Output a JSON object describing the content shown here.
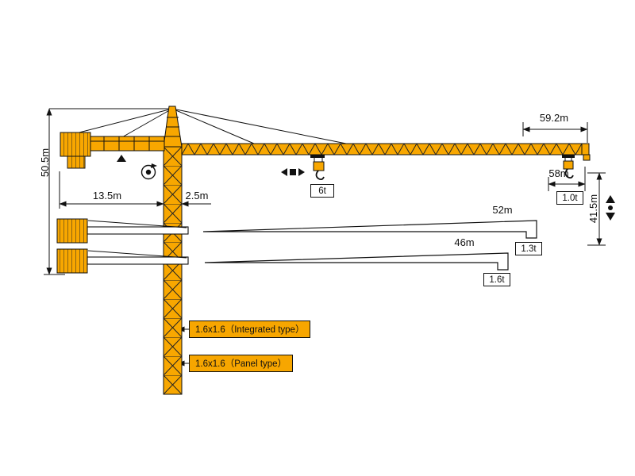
{
  "colors": {
    "crane_yellow": "#F8A700",
    "label_orange": "#F7A600",
    "line": "#111111"
  },
  "dimensions": {
    "total_jib_length": "59.2m",
    "max_working_radius": "58m",
    "total_height": "50.5m",
    "counter_jib_radius": "13.5m",
    "mast_to_pivot": "2.5m",
    "hook_height": "41.5m",
    "jib_option_long": "52m",
    "jib_option_short": "46m"
  },
  "loads": {
    "max_load": "6t",
    "tip_load_main": "1.0t",
    "tip_load_52m": "1.3t",
    "tip_load_46m": "1.6t"
  },
  "mast_sections": {
    "integrated": "1.6x1.6（Integrated type）",
    "panel": "1.6x1.6（Panel type）"
  }
}
